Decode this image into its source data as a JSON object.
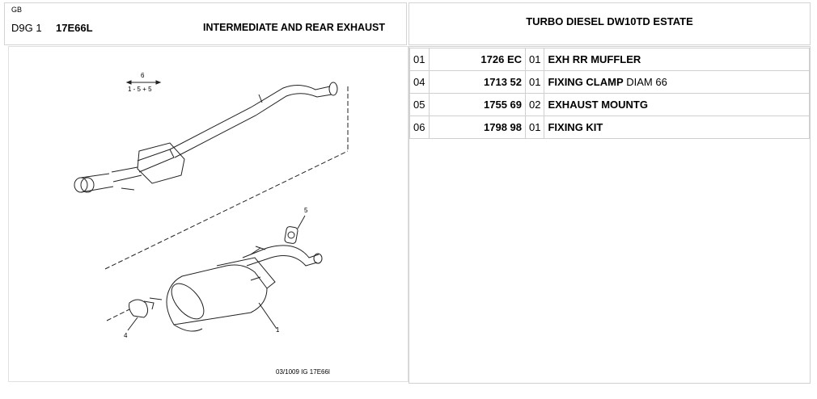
{
  "header": {
    "lang": "GB",
    "group_code": "D9G 1",
    "plate_code": "17E66L",
    "section_title": "INTERMEDIATE AND REAR EXHAUST",
    "vehicle_title": "TURBO DIESEL DW10TD ESTATE"
  },
  "diagram": {
    "top_callout_num": "6",
    "top_callout_ref": "1 - 5 + 5",
    "callouts": [
      "5",
      "4",
      "1"
    ],
    "caption": "03/1009    IG 17E66l"
  },
  "parts": [
    {
      "index": "01",
      "ref": "1726 EC",
      "qty": "01",
      "name": "EXH RR MUFFLER",
      "extra": ""
    },
    {
      "index": "04",
      "ref": "1713 52",
      "qty": "01",
      "name": "FIXING CLAMP",
      "extra": " DIAM 66"
    },
    {
      "index": "05",
      "ref": "1755 69",
      "qty": "02",
      "name": "EXHAUST MOUNTG",
      "extra": ""
    },
    {
      "index": "06",
      "ref": "1798 98",
      "qty": "01",
      "name": "FIXING KIT",
      "extra": ""
    }
  ]
}
